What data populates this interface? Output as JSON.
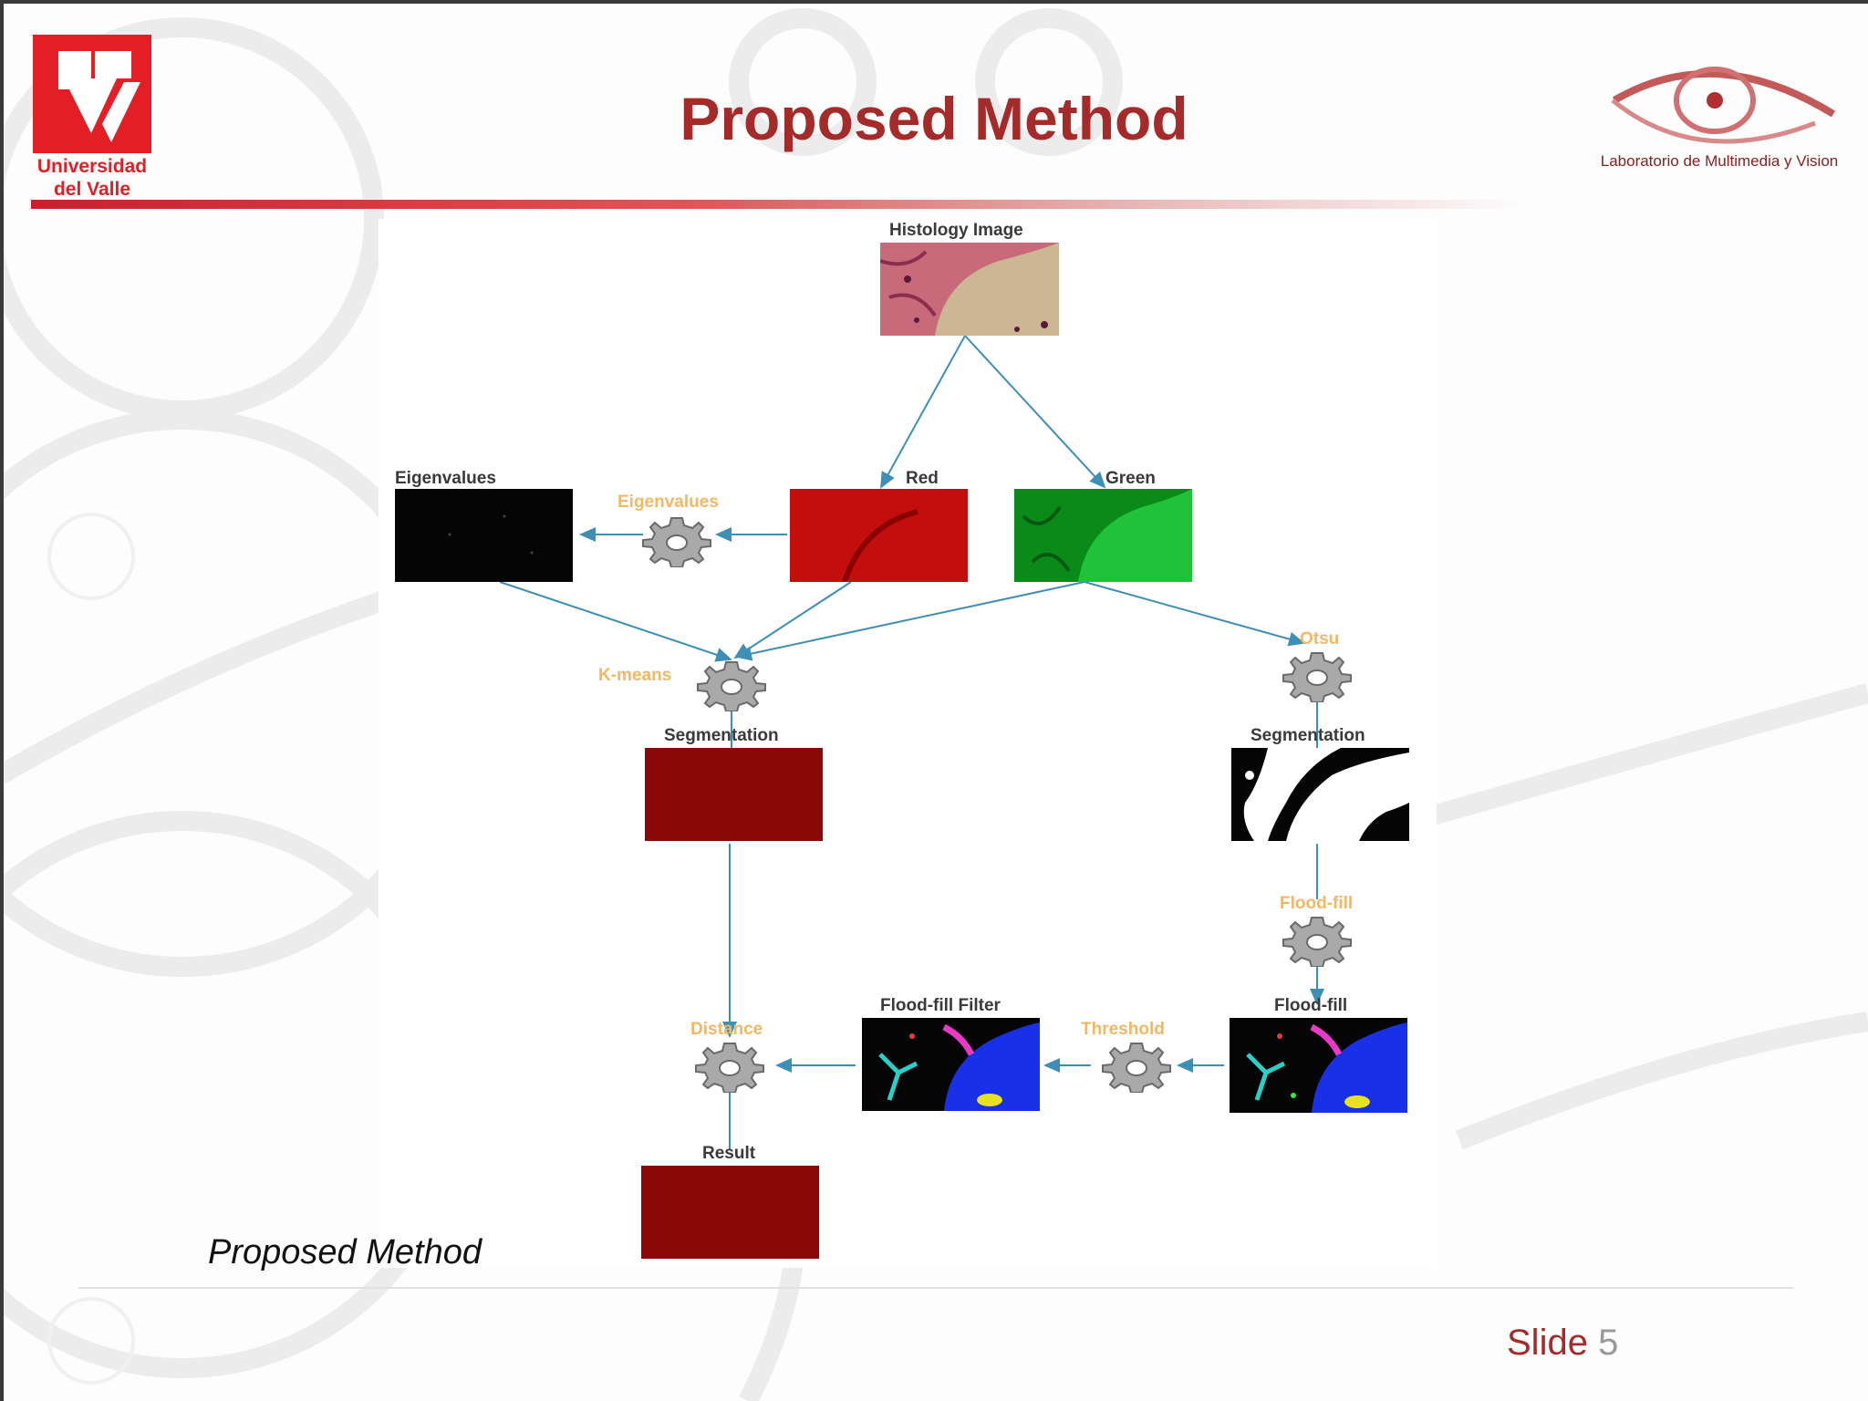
{
  "slide": {
    "title": "Proposed Method",
    "caption": "Proposed Method",
    "number_label": "Slide",
    "number": "5"
  },
  "logos": {
    "left_line1": "Universidad",
    "left_line2": "del Valle",
    "right_text": "Laboratorio de Multimedia y Vision"
  },
  "diagram": {
    "nodes": {
      "histology": "Histology Image",
      "red": "Red",
      "green": "Green",
      "eigenvalues": "Eigenvalues",
      "seg_left": "Segmentation",
      "seg_right": "Segmentation",
      "floodfill_filter": "Flood-fill Filter",
      "floodfill": "Flood-fill",
      "result": "Result"
    },
    "operations": {
      "eigenvalues": "Eigenvalues",
      "kmeans": "K-means",
      "otsu": "Otsu",
      "floodfill": "Flood-fill",
      "threshold": "Threshold",
      "distance": "Distance"
    }
  },
  "colors": {
    "title": "#a52a2a",
    "university_red": "#e31e24",
    "operation_label": "#f2b866",
    "edge": "#3d8fb5"
  }
}
